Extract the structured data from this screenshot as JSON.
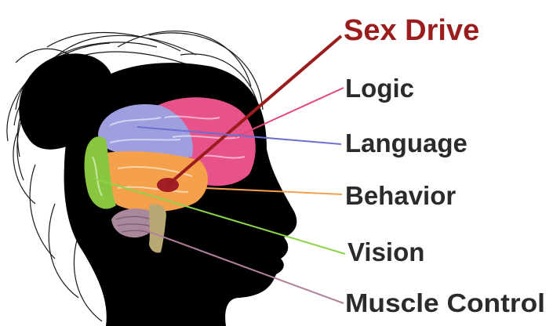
{
  "labels": {
    "sex_drive": "Sex Drive",
    "logic": "Logic",
    "language": "Language",
    "behavior": "Behavior",
    "vision": "Vision",
    "muscle_control": "Muscle Control"
  },
  "colors": {
    "sex_drive": "#9b1c1c",
    "logic": "#e2467c",
    "language": "#6a6fd0",
    "behavior": "#f2a050",
    "vision": "#8dd44a",
    "muscle_control": "#b07f9a",
    "label_text": "#2b2b2b",
    "silhouette": "#000000"
  },
  "regions": {
    "frontal_lobe": "pink",
    "parietal_lobe": "lavender",
    "temporal_lobe": "orange",
    "occipital_lobe": "green",
    "cerebellum": "mauve",
    "brain_stem": "tan"
  }
}
